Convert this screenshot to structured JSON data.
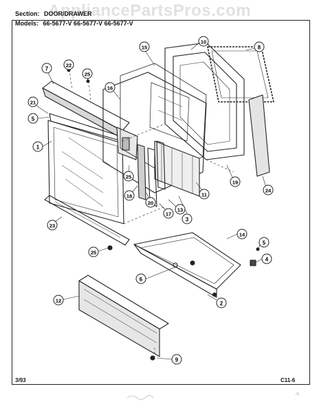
{
  "header": {
    "section_label": "Section:",
    "section_value": "DOOR/DRAWER",
    "models_label": "Models:",
    "models_value": "66-5677-V  66-5677-V  66-5677-V"
  },
  "watermark": "AppliancePartsPros.com",
  "footer": {
    "date": "3/93",
    "page_code": "C11-6"
  },
  "callouts": [
    {
      "id": "c1",
      "number": "1"
    },
    {
      "id": "c2",
      "number": "2"
    },
    {
      "id": "c3",
      "number": "3"
    },
    {
      "id": "c4",
      "number": "4"
    },
    {
      "id": "c5a",
      "number": "5"
    },
    {
      "id": "c5b",
      "number": "5"
    },
    {
      "id": "c6",
      "number": "6"
    },
    {
      "id": "c7",
      "number": "7"
    },
    {
      "id": "c8",
      "number": "8"
    },
    {
      "id": "c9",
      "number": "9"
    },
    {
      "id": "c10",
      "number": "10"
    },
    {
      "id": "c11",
      "number": "11"
    },
    {
      "id": "c12",
      "number": "12"
    },
    {
      "id": "c13",
      "number": "13"
    },
    {
      "id": "c14",
      "number": "14"
    },
    {
      "id": "c15",
      "number": "15"
    },
    {
      "id": "c16",
      "number": "16"
    },
    {
      "id": "c17",
      "number": "17"
    },
    {
      "id": "c18",
      "number": "18"
    },
    {
      "id": "c19",
      "number": "19"
    },
    {
      "id": "c20",
      "number": "20"
    },
    {
      "id": "c21",
      "number": "21"
    },
    {
      "id": "c22",
      "number": "22"
    },
    {
      "id": "c23",
      "number": "23"
    },
    {
      "id": "c24",
      "number": "24"
    },
    {
      "id": "c25a",
      "number": "25"
    },
    {
      "id": "c25b",
      "number": "25"
    },
    {
      "id": "c25c",
      "number": "25"
    }
  ]
}
